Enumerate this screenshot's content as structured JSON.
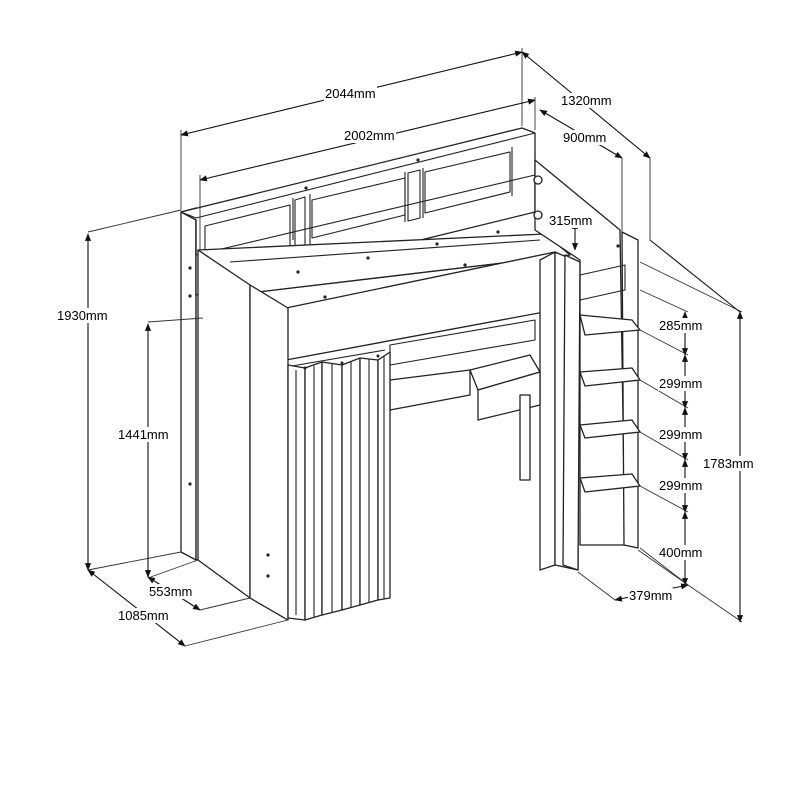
{
  "dimensions": {
    "overall_width": "2044mm",
    "inner_width": "2002mm",
    "overall_depth": "1320mm",
    "bed_depth": "900mm",
    "headboard_height": "315mm",
    "overall_height": "1930mm",
    "underbed_height": "1441mm",
    "wardrobe_depth": "553mm",
    "front_depth": "1085mm",
    "ladder_step_1": "285mm",
    "ladder_step_2": "299mm",
    "ladder_step_3": "299mm",
    "ladder_step_4": "299mm",
    "ladder_bottom": "400mm",
    "ladder_height": "1783mm",
    "ladder_depth": "379mm"
  }
}
